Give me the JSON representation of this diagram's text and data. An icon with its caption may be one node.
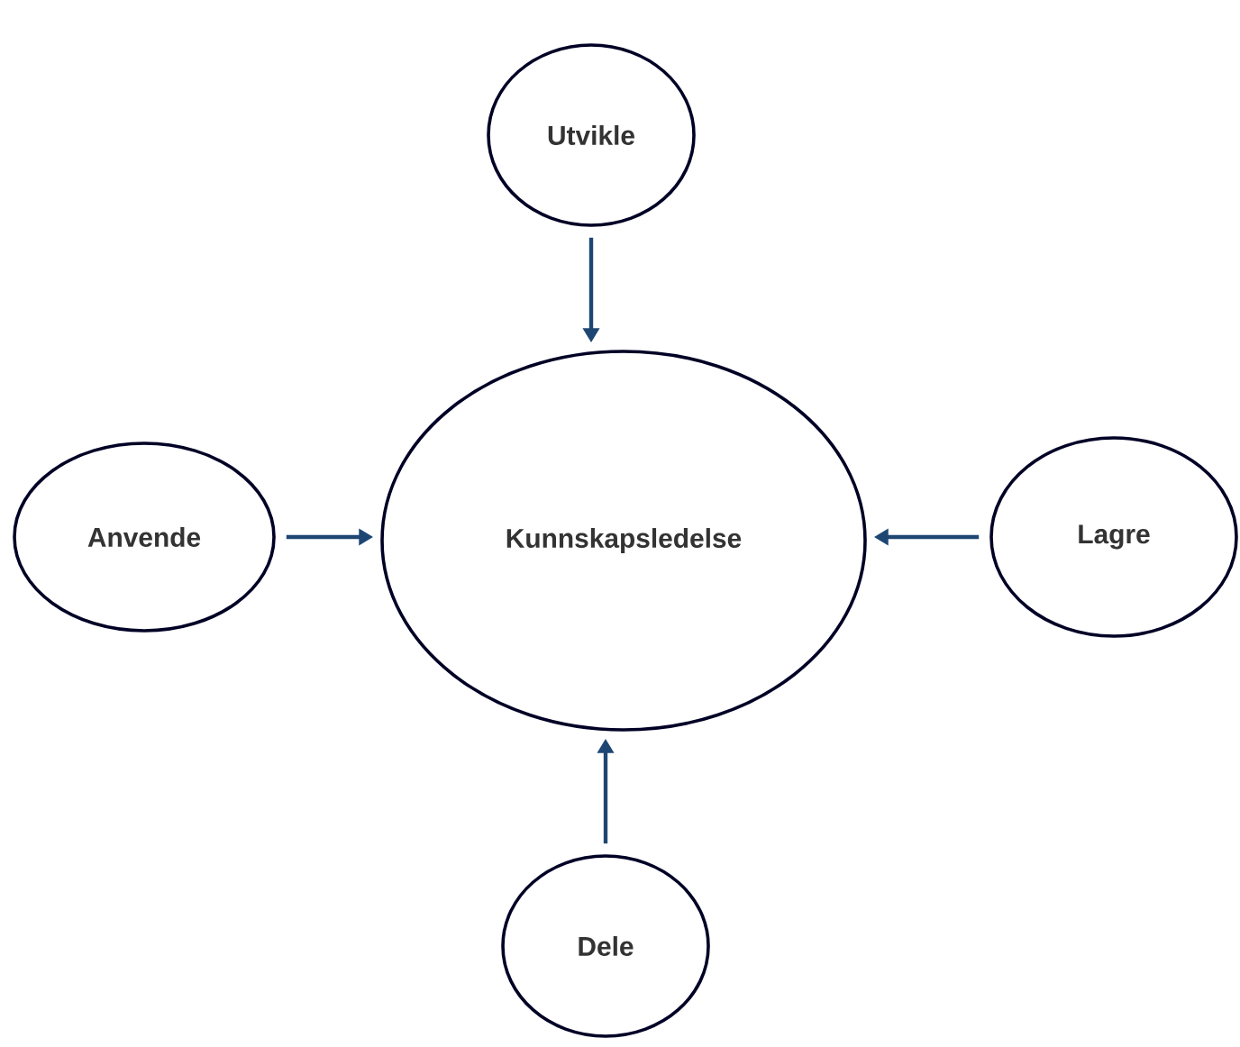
{
  "diagram": {
    "nodes": [
      {
        "text": [
          "Kunnskapsledelse"
        ]
      },
      {
        "text": [
          "Utvikle"
        ]
      },
      {
        "text": [
          "Anvende"
        ]
      },
      {
        "text": [
          "Lagre"
        ]
      },
      {
        "text": [
          "Dele"
        ]
      }
    ],
    "edges": [
      {
        "from": 1,
        "to": 0,
        "arrow": "to"
      },
      {
        "from": 2,
        "to": 0,
        "arrow": "to"
      },
      {
        "from": 3,
        "to": 0,
        "arrow": "to"
      },
      {
        "from": 4,
        "to": 0,
        "arrow": "to"
      }
    ]
  }
}
